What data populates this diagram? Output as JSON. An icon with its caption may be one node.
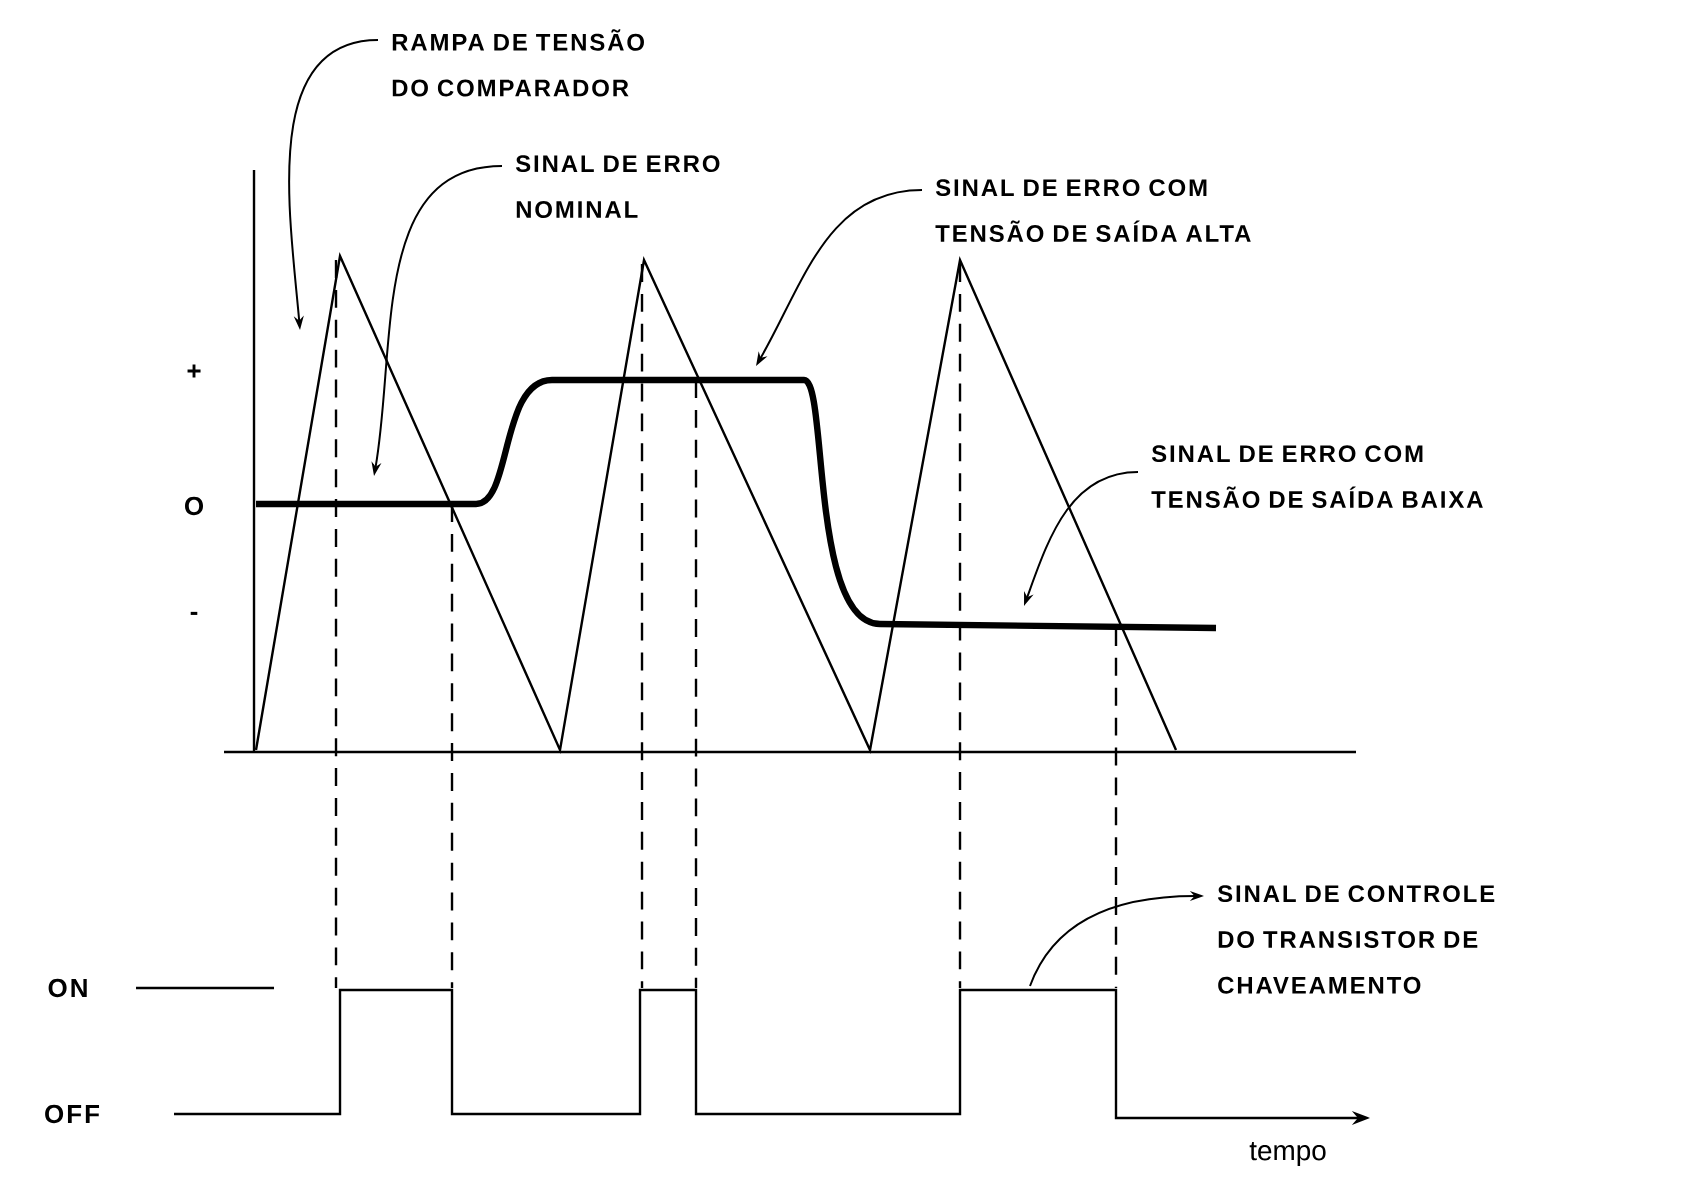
{
  "diagram": {
    "nodes": [
      {
        "text": [
          "RAMPA DE TENSÃO DO COMPARADOR"
        ]
      },
      {
        "text": [
          "SINAL DE ERRO NOMINAL"
        ]
      },
      {
        "text": [
          "SINAL DE ERRO COM TENSÃO DE SAÍDA ALTA"
        ]
      },
      {
        "text": [
          "SINAL DE ERRO COM TENSÃO DE SAÍDA BAIXA"
        ]
      },
      {
        "text": [
          "SINAL DE CONTROLE DO TRANSISTOR DE CHAVEAMENTO"
        ]
      }
    ],
    "edges": [
      {
        "from": 0,
        "to": null,
        "arrow": "to"
      },
      {
        "from": 1,
        "to": null,
        "arrow": "to"
      },
      {
        "from": 2,
        "to": null,
        "arrow": "to"
      },
      {
        "from": 3,
        "to": null,
        "arrow": "to"
      },
      {
        "from": null,
        "to": 4,
        "arrow": "to"
      }
    ],
    "labels": [
      "+",
      "O",
      "-",
      "ON",
      "OFF",
      "tempo"
    ]
  }
}
